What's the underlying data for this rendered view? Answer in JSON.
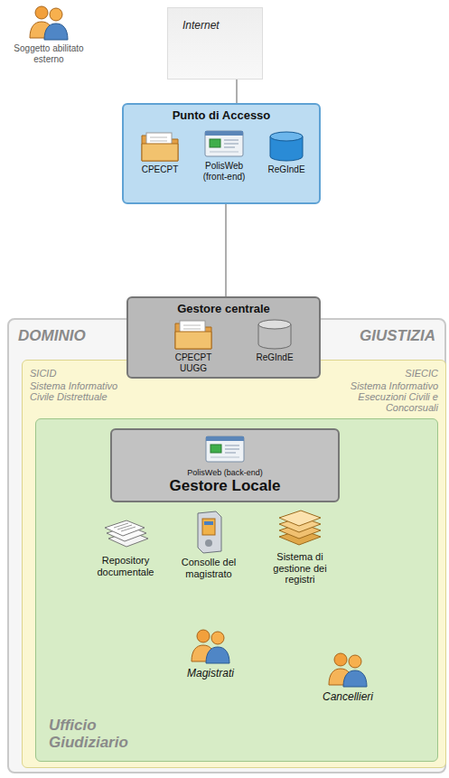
{
  "diagram": {
    "nodes": [
      {
        "text": [
          "Soggetto abilitato esterno"
        ]
      },
      {
        "text": [
          "Internet"
        ]
      },
      {
        "text": [
          "Punto di Accesso"
        ]
      },
      {
        "text": [
          "CPECPT"
        ],
        "in": 2
      },
      {
        "text": [
          "PolisWeb (front-end)"
        ],
        "in": 2
      },
      {
        "text": [
          "ReGIndE"
        ],
        "in": 2
      },
      {
        "text": [
          "DOMINIO",
          "GIUSTIZIA"
        ]
      },
      {
        "text": [
          "Gestore centrale"
        ]
      },
      {
        "text": [
          "CPECPT UUGG"
        ],
        "in": 7
      },
      {
        "text": [
          "ReGIndE"
        ],
        "in": 7
      },
      {
        "text": [
          "SICID",
          "Sistema Informativo Civile Distrettuale",
          "SIECIC",
          "Sistema Informativo Esecuzioni Civili e Concorsuali"
        ],
        "in": 6
      },
      {
        "text": [
          "Ufficio Giudiziario"
        ],
        "in": 10
      },
      {
        "text": [
          "PolisWeb (back-end)",
          "Gestore Locale"
        ],
        "in": 11
      },
      {
        "text": [
          "Repository documentale"
        ],
        "in": 11
      },
      {
        "text": [
          "Consolle del magistrato"
        ],
        "in": 11
      },
      {
        "text": [
          "Sistema di gestione dei registri"
        ],
        "in": 11
      },
      {
        "text": [
          "Magistrati"
        ],
        "in": 11
      },
      {
        "text": [
          "Cancellieri"
        ],
        "in": 11
      }
    ],
    "edges": [
      {
        "from": 1,
        "to": 2,
        "arrow": "none"
      },
      {
        "from": 2,
        "to": 7,
        "arrow": "none"
      },
      {
        "from": 7,
        "to": 12,
        "arrow": "none"
      },
      {
        "from": 12,
        "to": 13,
        "arrow": "none"
      },
      {
        "from": 12,
        "to": 14,
        "arrow": "none"
      },
      {
        "from": 12,
        "to": 15,
        "arrow": "none"
      },
      {
        "from": 14,
        "to": 16,
        "arrow": "none"
      },
      {
        "from": 15,
        "to": 17,
        "arrow": "none"
      }
    ]
  }
}
